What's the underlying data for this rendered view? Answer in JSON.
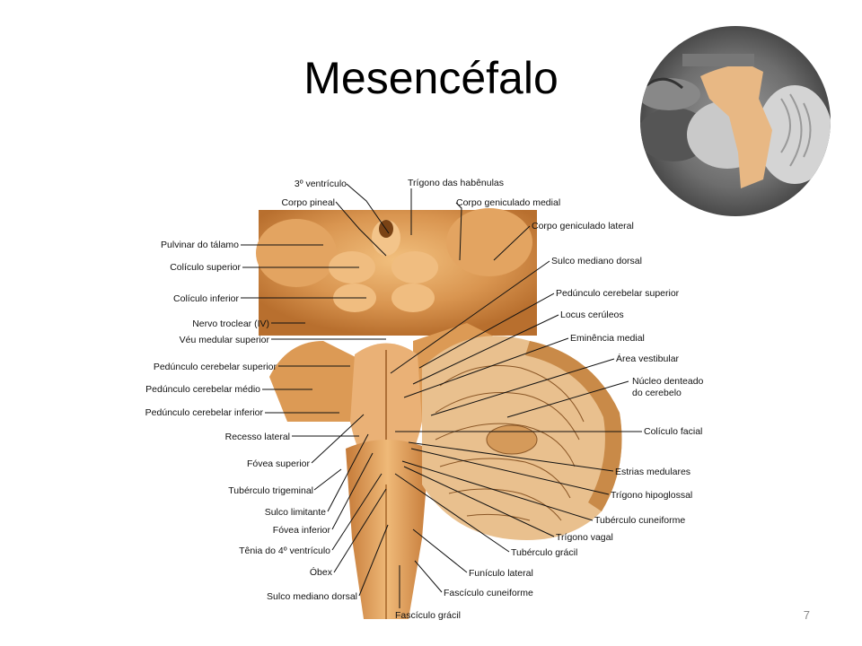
{
  "slide": {
    "title": "Mesencéfalo",
    "page_number": "7"
  },
  "labels": {
    "l01": "3º ventrículo",
    "l02": "Corpo pineal",
    "l03": "Pulvinar do tálamo",
    "l04": "Colículo superior",
    "l05": "Colículo inferior",
    "l06": "Nervo troclear (IV)",
    "l07": "Véu medular superior",
    "l08": "Pedúnculo cerebelar superior",
    "l09": "Pedúnculo cerebelar médio",
    "l10": "Pedúnculo cerebelar inferior",
    "l11": "Recesso lateral",
    "l12": "Fóvea superior",
    "l13": "Tubérculo trigeminal",
    "l14": "Sulco limitante",
    "l15": "Fóvea inferior",
    "l16": "Tênia do 4º ventrículo",
    "l17": "Óbex",
    "l18": "Sulco mediano dorsal",
    "l19": "Fascículo grácil",
    "r01": "Trígono das habênulas",
    "r02": "Corpo geniculado medial",
    "r03": "Corpo geniculado lateral",
    "r04": "Sulco mediano dorsal",
    "r05": "Pedúnculo cerebelar superior",
    "r06": "Locus cerúleos",
    "r07": "Eminência medial",
    "r08": "Área vestibular",
    "r09a": "Núcleo denteado",
    "r09b": "do cerebelo",
    "r10": "Colículo facial",
    "r11": "Estrias medulares",
    "r12": "Trígono hipoglossal",
    "r13": "Tubérculo cuneiforme",
    "r14": "Trígono vagal",
    "r15": "Tubérculo grácil",
    "r16": "Funículo lateral",
    "r17": "Fascículo cuneiforme"
  }
}
